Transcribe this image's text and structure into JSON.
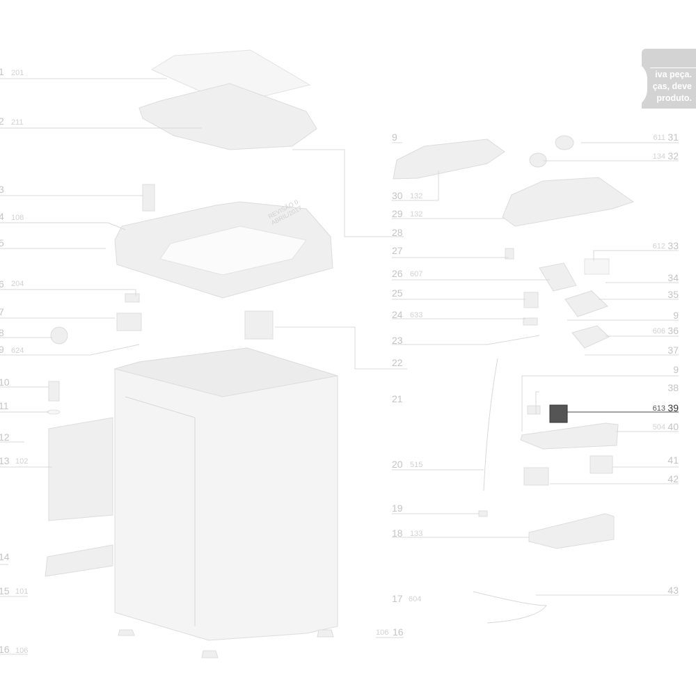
{
  "notice": {
    "lines": [
      "iva peça.",
      "ças, deve",
      "produto."
    ]
  },
  "revision": {
    "line1": "REVISÃO 0",
    "line2": "ABRIL/2017"
  },
  "left": [
    {
      "num": "1",
      "code": "201"
    },
    {
      "num": "2",
      "code": "211"
    },
    {
      "num": "3",
      "code": ""
    },
    {
      "num": "4",
      "code": "108"
    },
    {
      "num": "5",
      "code": ""
    },
    {
      "num": "6",
      "code": "204"
    },
    {
      "num": "7",
      "code": ""
    },
    {
      "num": "8",
      "code": ""
    },
    {
      "num": "9",
      "code": "624"
    },
    {
      "num": "10",
      "code": ""
    },
    {
      "num": "11",
      "code": ""
    },
    {
      "num": "12",
      "code": ""
    },
    {
      "num": "13",
      "code": "102"
    },
    {
      "num": "14",
      "code": ""
    },
    {
      "num": "15",
      "code": "101"
    },
    {
      "num": "16",
      "code": "106"
    }
  ],
  "middle": [
    {
      "num": "9",
      "code": ""
    },
    {
      "num": "30",
      "code": "132"
    },
    {
      "num": "29",
      "code": "132"
    },
    {
      "num": "28",
      "code": ""
    },
    {
      "num": "27",
      "code": ""
    },
    {
      "num": "26",
      "code": "607"
    },
    {
      "num": "25",
      "code": ""
    },
    {
      "num": "24",
      "code": "633"
    },
    {
      "num": "23",
      "code": ""
    },
    {
      "num": "22",
      "code": ""
    },
    {
      "num": "21",
      "code": ""
    },
    {
      "num": "20",
      "code": "515"
    },
    {
      "num": "19",
      "code": ""
    },
    {
      "num": "18",
      "code": "133"
    },
    {
      "num": "17",
      "code": "604"
    },
    {
      "num": "16",
      "code": "106"
    }
  ],
  "right": [
    {
      "num": "31",
      "code": "611"
    },
    {
      "num": "32",
      "code": "134"
    },
    {
      "num": "33",
      "code": "612"
    },
    {
      "num": "34",
      "code": ""
    },
    {
      "num": "35",
      "code": ""
    },
    {
      "num": "9",
      "code": ""
    },
    {
      "num": "36",
      "code": "606"
    },
    {
      "num": "37",
      "code": ""
    },
    {
      "num": "9",
      "code": ""
    },
    {
      "num": "38",
      "code": ""
    },
    {
      "num": "39",
      "code": "613"
    },
    {
      "num": "40",
      "code": "504"
    },
    {
      "num": "41",
      "code": ""
    },
    {
      "num": "42",
      "code": ""
    },
    {
      "num": "43",
      "code": ""
    }
  ],
  "colors": {
    "label": "#c4c4c4",
    "highlight": "#333333",
    "notice_bg": "#d3d3d3"
  }
}
